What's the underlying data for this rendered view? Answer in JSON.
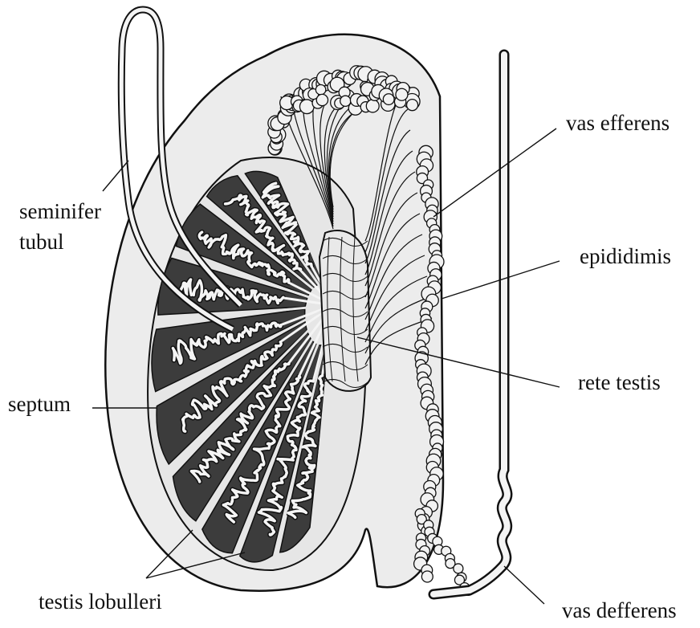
{
  "labels": {
    "seminifer_tubul_line1": "seminifer",
    "seminifer_tubul_line2": "tubul",
    "vas_efferens": "vas efferens",
    "epididimis": "epididimis",
    "rete_testis": "rete testis",
    "septum": "septum",
    "testis_lobulleri": "testis lobulleri",
    "vas_defferens": "vas defferens"
  },
  "colors": {
    "capsule_fill": "#ececec",
    "lobule_fill": "#3c3c3c",
    "tubule": "#f4f4f4",
    "outline": "#111111",
    "background": "#ffffff"
  }
}
